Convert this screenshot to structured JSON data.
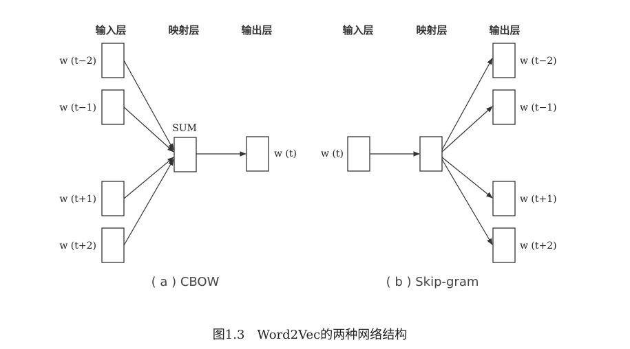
{
  "cbow": {
    "layers": {
      "input": "输入层",
      "projection": "映射层",
      "output": "输出层"
    },
    "inputs": [
      "w (t−2)",
      "w (t−1)",
      "w (t+1)",
      "w (t+2)"
    ],
    "projection_label": "SUM",
    "output": "w (t)",
    "caption": "( a ) CBOW"
  },
  "skipgram": {
    "layers": {
      "input": "输入层",
      "projection": "映射层",
      "output": "输出层"
    },
    "input": "w (t)",
    "outputs": [
      "w (t−2)",
      "w (t−1)",
      "w (t+1)",
      "w (t+2)"
    ],
    "caption": "( b ) Skip-gram"
  },
  "figure_caption": "图1.3　Word2Vec的两种网络结构",
  "colors": {
    "stroke": "#333333",
    "background": "#ffffff"
  }
}
